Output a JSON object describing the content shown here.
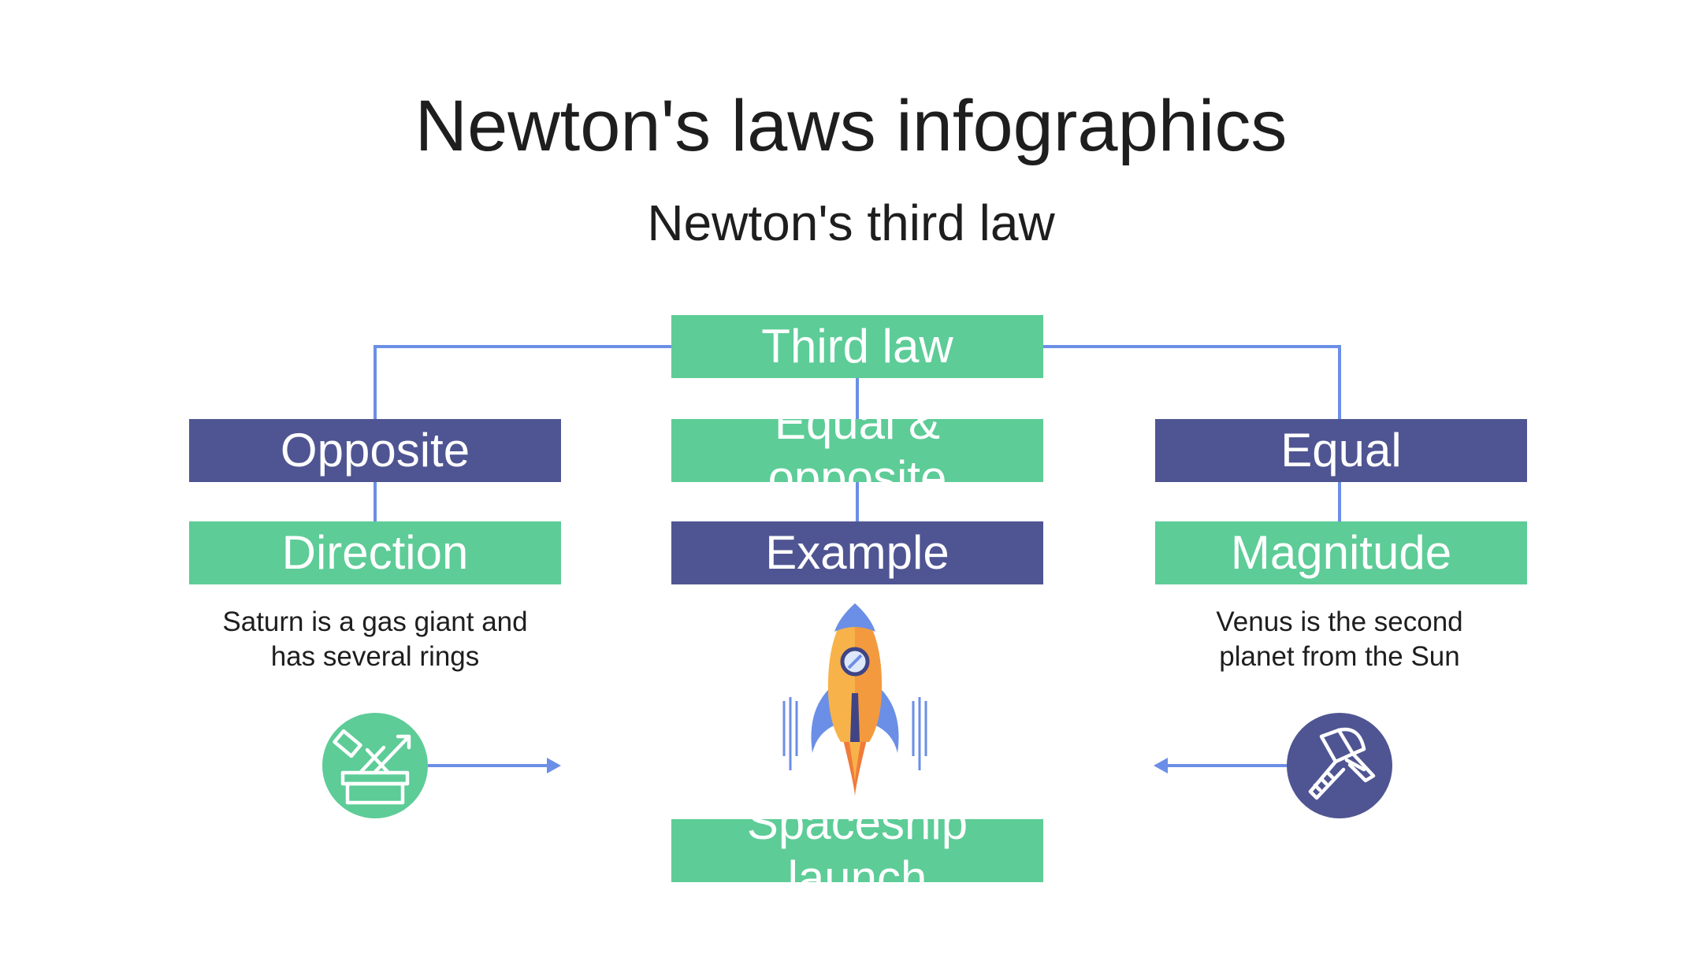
{
  "header": {
    "title": "Newton's laws infographics",
    "subtitle": "Newton's third law"
  },
  "diagram": {
    "root": {
      "label": "Third law"
    },
    "left": {
      "label": "Opposite",
      "detail": "Direction",
      "description_line1": "Saturn is a gas giant and",
      "description_line2": "has several rings",
      "icon": "measuring-tool-icon"
    },
    "center": {
      "label_line1": "Equal &",
      "label_line2": "opposite",
      "detail": "Example",
      "caption_line1": "Spaceship",
      "caption_line2": "launch",
      "icon": "rocket-icon"
    },
    "right": {
      "label": "Equal",
      "detail": "Magnitude",
      "description_line1": "Venus is the second",
      "description_line2": "planet from the Sun",
      "icon": "caliper-icon"
    }
  },
  "colors": {
    "green": "#5dcc97",
    "navy": "#4f5592",
    "connector": "#6b8fe6",
    "text": "#1e1e1e"
  }
}
